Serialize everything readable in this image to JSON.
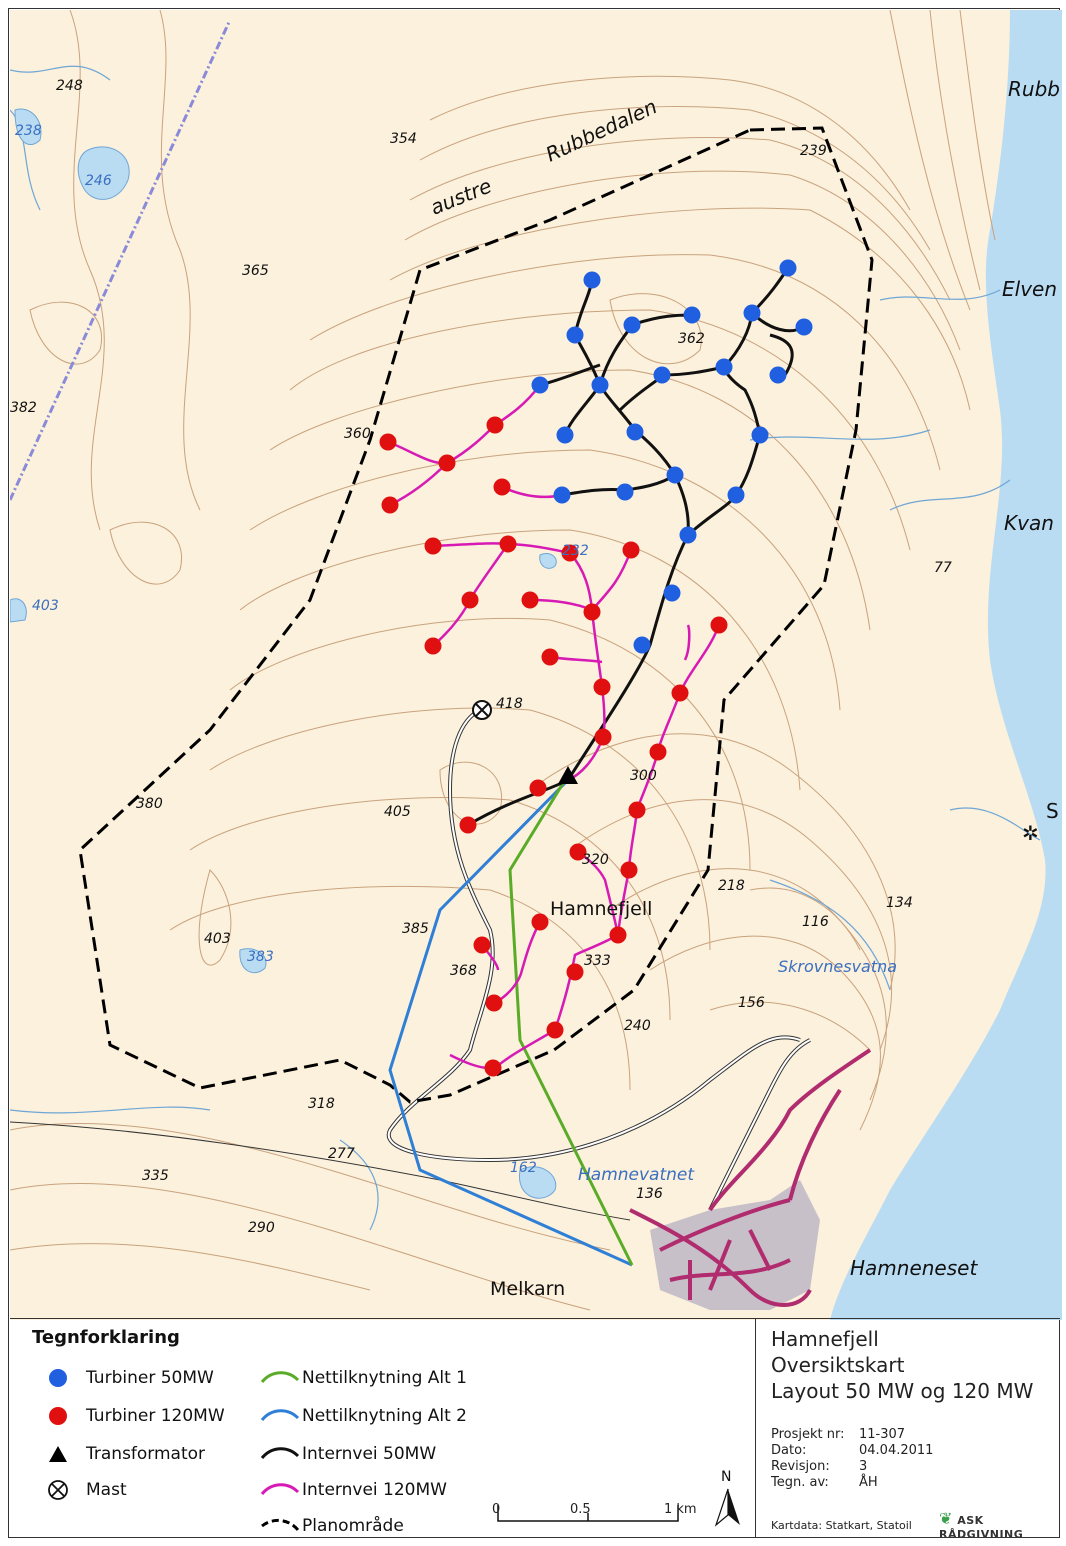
{
  "map": {
    "place_labels": [
      "Rubb",
      "Elven",
      "Kvan",
      "austre",
      "Rubbedalen",
      "Hamnefjell",
      "Skrovnesvatna",
      "Hamnevatnet",
      "Hamneneset",
      "Melkarn",
      "S"
    ],
    "elevations": [
      "248",
      "238",
      "246",
      "354",
      "239",
      "365",
      "362",
      "382",
      "360",
      "403",
      "77",
      "232",
      "418",
      "300",
      "380",
      "405",
      "320",
      "218",
      "385",
      "116",
      "134",
      "403",
      "383",
      "368",
      "333",
      "156",
      "240",
      "318",
      "277",
      "162",
      "136",
      "335",
      "290"
    ]
  },
  "legend": {
    "title": "Tegnforklaring",
    "items": [
      {
        "label": "Turbiner 50MW",
        "color": "#1f5fe0"
      },
      {
        "label": "Turbiner 120MW",
        "color": "#e01010"
      },
      {
        "label": "Transformator",
        "color": "#000000"
      },
      {
        "label": "Mast",
        "color": "#000000"
      },
      {
        "label": "Nettilknytning Alt 1",
        "color": "#5aac28"
      },
      {
        "label": "Nettilknytning Alt 2",
        "color": "#2f7fd6"
      },
      {
        "label": "Internvei 50MW",
        "color": "#111111"
      },
      {
        "label": "Internvei 120MW",
        "color": "#d81ab5"
      },
      {
        "label": "Planområde",
        "color": "#000000"
      }
    ],
    "scale": {
      "labels": [
        "0",
        "0.5",
        "1 km"
      ]
    },
    "north": "N"
  },
  "info": {
    "title_lines": [
      "Hamnefjell",
      "Oversiktskart",
      "Layout 50 MW og 120 MW"
    ],
    "meta": [
      {
        "key": "Prosjekt nr:",
        "value": "11-307"
      },
      {
        "key": "Dato:",
        "value": "04.04.2011"
      },
      {
        "key": "Revisjon:",
        "value": "3"
      },
      {
        "key": "Tegn. av:",
        "value": "ÅH"
      }
    ],
    "credit": "Kartdata: Statkart, Statoil",
    "logo_text": "ASK RÅDGIVNING"
  },
  "colors": {
    "land": "#fbf1dc",
    "sea": "#b9dcf3",
    "contour": "#c9a27e",
    "water_line": "#6fa6d6"
  }
}
